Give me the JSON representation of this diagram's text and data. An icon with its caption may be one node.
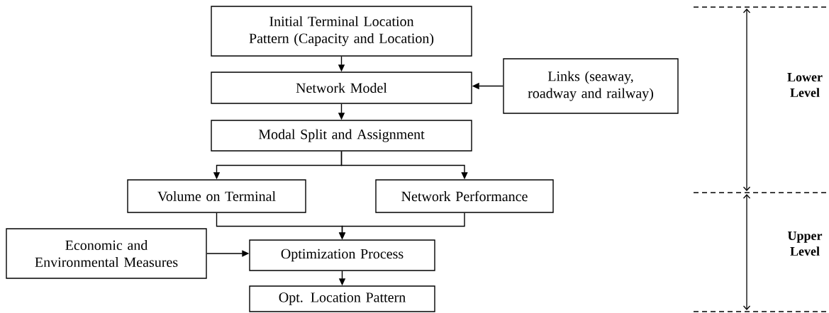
{
  "diagram": {
    "nodes": [
      {
        "text": [
          "Initial Terminal Location Pattern (Capacity and Location)"
        ]
      },
      {
        "text": [
          "Network Model"
        ]
      },
      {
        "text": [
          "Links (seaway, roadway and railway)"
        ]
      },
      {
        "text": [
          "Modal Split and Assignment"
        ]
      },
      {
        "text": [
          "Volume on Terminal"
        ]
      },
      {
        "text": [
          "Network Performance"
        ]
      },
      {
        "text": [
          "Economic and Environmental Measures"
        ]
      },
      {
        "text": [
          "Optimization Process"
        ]
      },
      {
        "text": [
          "Opt. Location Pattern"
        ]
      }
    ],
    "edges": [
      {
        "from": 0,
        "to": 1,
        "arrow": "to"
      },
      {
        "from": 2,
        "to": 1,
        "arrow": "to"
      },
      {
        "from": 1,
        "to": 3,
        "arrow": "to"
      },
      {
        "from": 3,
        "to": 4,
        "arrow": "to"
      },
      {
        "from": 3,
        "to": 5,
        "arrow": "to"
      },
      {
        "from": 4,
        "to": 7,
        "arrow": "to"
      },
      {
        "from": 5,
        "to": 7,
        "arrow": "to"
      },
      {
        "from": 6,
        "to": 7,
        "arrow": "to"
      },
      {
        "from": 7,
        "to": 8,
        "arrow": "to"
      }
    ],
    "labels": [
      "Lower Level",
      "Upper Level"
    ]
  }
}
